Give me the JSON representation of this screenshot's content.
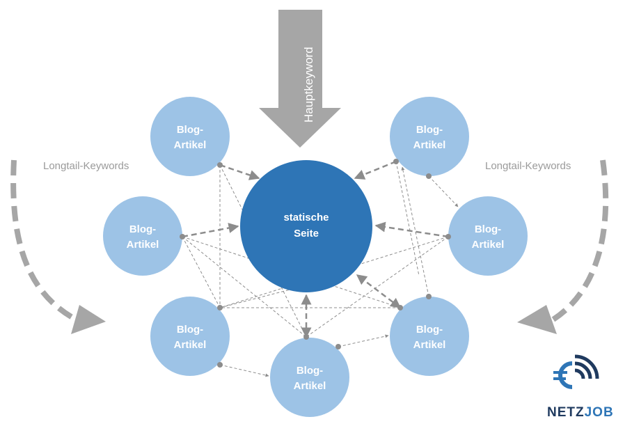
{
  "colors": {
    "background": "#ffffff",
    "center_node": "#2e75b6",
    "outer_node": "#9dc3e6",
    "node_text": "#ffffff",
    "link_line": "#8c8c8c",
    "grey_arrow": "#a6a6a6",
    "label_text": "#9a9a9a",
    "logo_dark": "#1f3a5f",
    "logo_accent": "#2e75b6"
  },
  "diagram": {
    "center": {
      "line1": "statische",
      "line2": "Seite"
    },
    "articles": [
      {
        "line1": "Blog-",
        "line2": "Artikel"
      },
      {
        "line1": "Blog-",
        "line2": "Artikel"
      },
      {
        "line1": "Blog-",
        "line2": "Artikel"
      },
      {
        "line1": "Blog-",
        "line2": "Artikel"
      },
      {
        "line1": "Blog-",
        "line2": "Artikel"
      },
      {
        "line1": "Blog-",
        "line2": "Artikel"
      },
      {
        "line1": "Blog-",
        "line2": "Artikel"
      }
    ],
    "main_keyword": "Hauptkeyword",
    "longtail_left": "Longtail-Keywords",
    "longtail_right": "Longtail-Keywords"
  },
  "logo": {
    "part1": "NETZ",
    "part2": "JOB",
    "icon": "euro-wifi-icon"
  }
}
